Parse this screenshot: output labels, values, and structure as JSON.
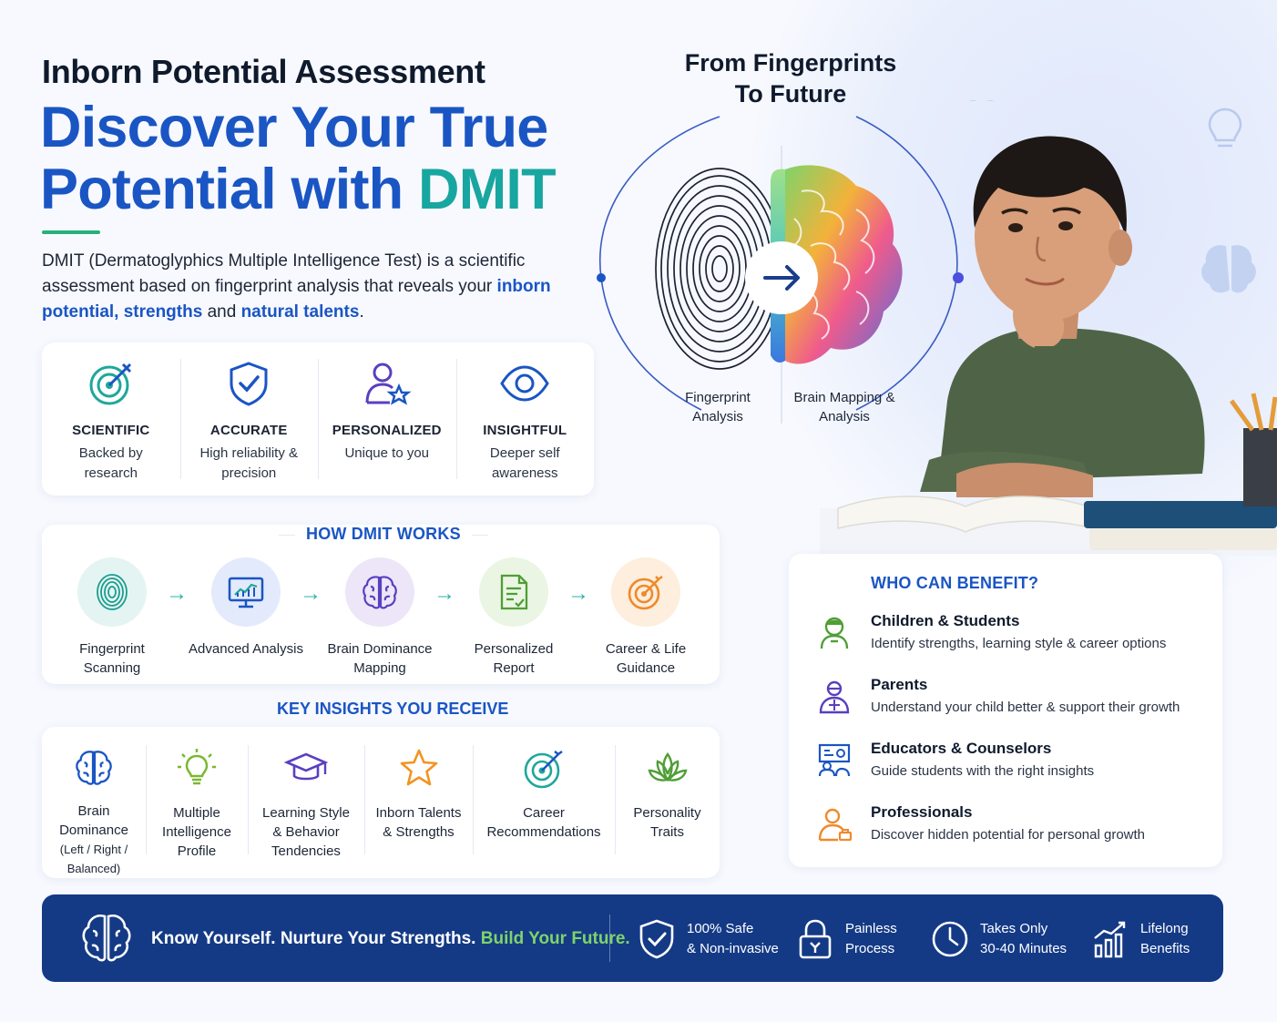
{
  "header": {
    "eyebrow": "Inborn Potential Assessment",
    "headline_line1": "Discover Your True",
    "headline_line2_a": "Potential with ",
    "headline_line2_b": "DMIT",
    "intro_a": "DMIT (Dermatoglyphics Multiple Intelligence Test) is a scientific assessment based on fingerprint analysis that reveals your ",
    "intro_hl1": "inborn potential, strengths",
    "intro_b": " and ",
    "intro_hl2": "natural talents",
    "intro_c": "."
  },
  "features": [
    {
      "title": "SCIENTIFIC",
      "desc": "Backed by research",
      "icon": "target-icon"
    },
    {
      "title": "ACCURATE",
      "desc": "High reliability & precision",
      "icon": "shield-check-icon"
    },
    {
      "title": "PERSONALIZED",
      "desc": "Unique to you",
      "icon": "user-star-icon"
    },
    {
      "title": "INSIGHTFUL",
      "desc": "Deeper self awareness",
      "icon": "eye-icon"
    }
  ],
  "how": {
    "title": "HOW DMIT WORKS",
    "steps": [
      {
        "label": "Fingerprint Scanning",
        "icon": "fingerprint-icon",
        "color": "#e4f4f2"
      },
      {
        "label": "Advanced Analysis",
        "icon": "monitor-chart-icon",
        "color": "#e3eafb"
      },
      {
        "label": "Brain Dominance Mapping",
        "icon": "brain-icon",
        "color": "#ece6f8"
      },
      {
        "label": "Personalized Report",
        "icon": "report-icon",
        "color": "#eaf5e3"
      },
      {
        "label": "Career & Life Guidance",
        "icon": "target-icon",
        "color": "#fdeedd"
      }
    ]
  },
  "insights": {
    "title": "KEY INSIGHTS YOU RECEIVE",
    "items": [
      {
        "label": "Brain Dominance",
        "sub": "(Left / Right / Balanced)",
        "icon": "brain-icon"
      },
      {
        "label": "Multiple Intelligence Profile",
        "icon": "lightbulb-icon"
      },
      {
        "label": "Learning Style & Behavior Tendencies",
        "icon": "graduation-cap-icon"
      },
      {
        "label": "Inborn Talents & Strengths",
        "icon": "star-icon"
      },
      {
        "label": "Career Recommendations",
        "icon": "target-icon"
      },
      {
        "label": "Personality Traits",
        "icon": "lotus-icon"
      }
    ]
  },
  "visual": {
    "title_line1": "From Fingerprints",
    "title_line2": "To Future",
    "left_label": "Fingerprint Analysis",
    "right_label": "Brain Mapping & Analysis"
  },
  "who": {
    "title": "WHO CAN BENEFIT?",
    "rows": [
      {
        "heading": "Children & Students",
        "desc": "Identify strengths, learning style & career options",
        "icon": "student-icon"
      },
      {
        "heading": "Parents",
        "desc": "Understand your child better & support their growth",
        "icon": "parent-icon"
      },
      {
        "heading": "Educators & Counselors",
        "desc": "Guide students with the right insights",
        "icon": "educator-icon"
      },
      {
        "heading": "Professionals",
        "desc": "Discover hidden potential for personal growth",
        "icon": "professional-icon"
      }
    ]
  },
  "footer": {
    "tag_a": "Know Yourself. Nurture Your Strengths. ",
    "tag_b": "Build Your Future.",
    "items": [
      {
        "line1": "100% Safe",
        "line2": "& Non-invasive",
        "icon": "shield-check-icon"
      },
      {
        "line1": "Painless",
        "line2": "Process",
        "icon": "lock-icon"
      },
      {
        "line1": "Takes Only",
        "line2": "30-40 Minutes",
        "icon": "clock-icon"
      },
      {
        "line1": "Lifelong",
        "line2": "Benefits",
        "icon": "growth-chart-icon"
      }
    ]
  },
  "colors": {
    "primary": "#1a55c4",
    "teal": "#18a6a0",
    "green": "#7fd36a",
    "footer_bg": "#143a86"
  }
}
